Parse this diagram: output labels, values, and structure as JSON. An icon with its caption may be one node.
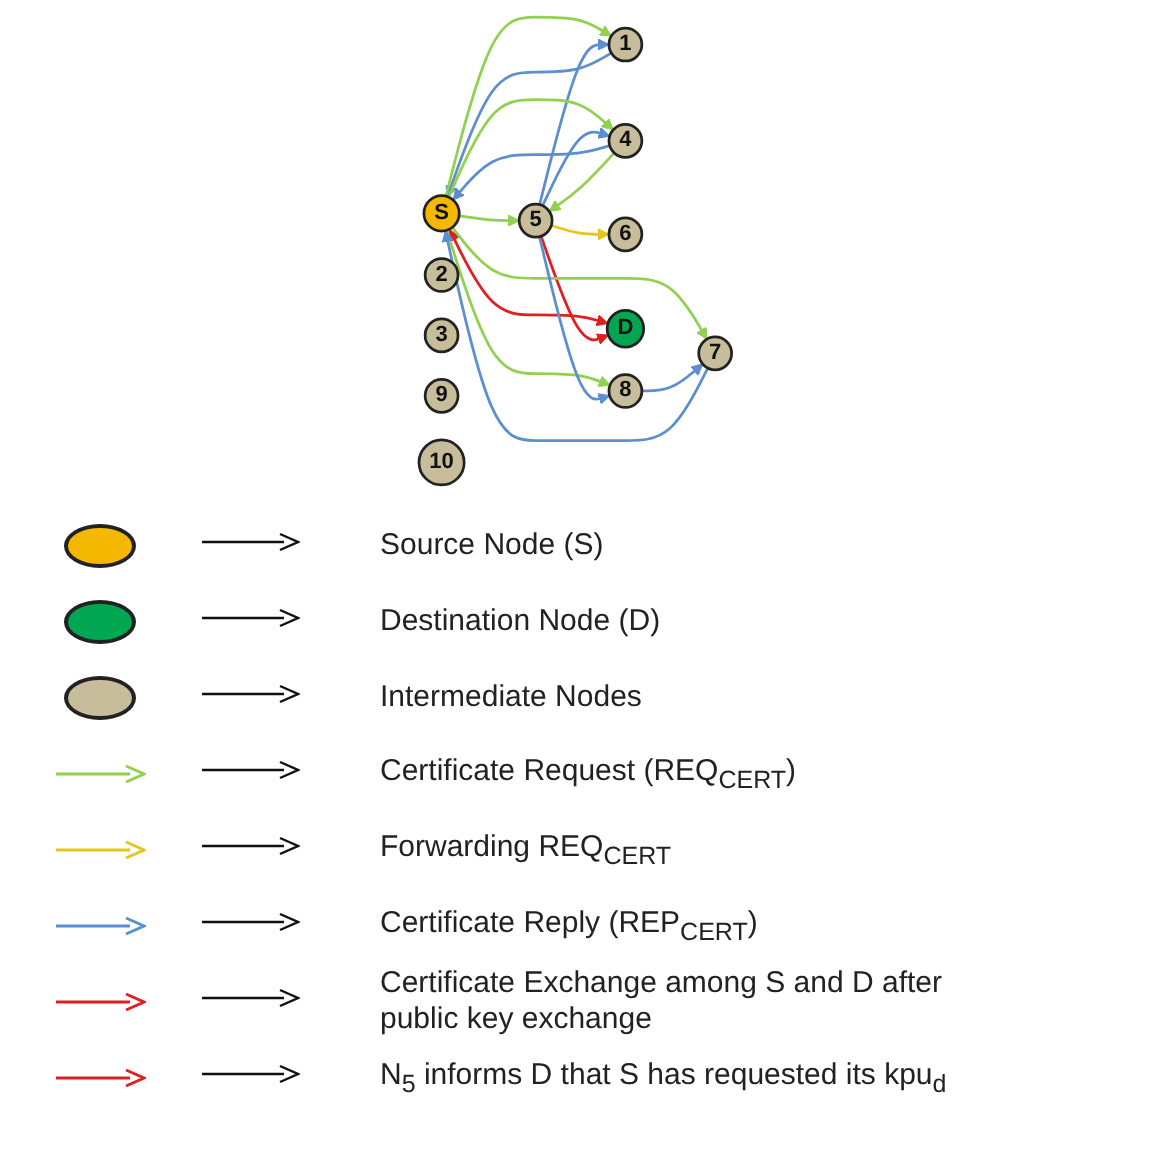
{
  "diagram": {
    "nodes": [
      {
        "text": [
          "S"
        ]
      },
      {
        "text": [
          "1"
        ]
      },
      {
        "text": [
          "2"
        ]
      },
      {
        "text": [
          "3"
        ]
      },
      {
        "text": [
          "4"
        ]
      },
      {
        "text": [
          "5"
        ]
      },
      {
        "text": [
          "6"
        ]
      },
      {
        "text": [
          "7"
        ]
      },
      {
        "text": [
          "8"
        ]
      },
      {
        "text": [
          "9"
        ]
      },
      {
        "text": [
          "10"
        ]
      },
      {
        "text": [
          "D"
        ]
      }
    ],
    "edges": [
      {
        "from": 0,
        "to": 11,
        "arrow": "both",
        "color": "#e02020"
      },
      {
        "from": 1,
        "to": 0,
        "arrow": "to",
        "color": "#5b8fd0"
      },
      {
        "from": 0,
        "to": 1,
        "arrow": "to",
        "color": "#92d050"
      },
      {
        "from": 5,
        "to": 1,
        "arrow": "to",
        "color": "#5b8fd0"
      },
      {
        "from": 0,
        "to": 5,
        "arrow": "to",
        "color": "#92d050"
      },
      {
        "from": 5,
        "to": 6,
        "arrow": "to",
        "color": "#e6c619"
      },
      {
        "from": 5,
        "to": 11,
        "arrow": "to",
        "color": "#e02020"
      },
      {
        "from": 4,
        "to": 0,
        "arrow": "to",
        "color": "#5b8fd0"
      },
      {
        "from": 0,
        "to": 4,
        "arrow": "to",
        "color": "#92d050"
      },
      {
        "from": 4,
        "to": 5,
        "arrow": "to",
        "color": "#92d050"
      },
      {
        "from": 5,
        "to": 4,
        "arrow": "to",
        "color": "#5b8fd0"
      },
      {
        "from": 0,
        "to": 7,
        "arrow": "to",
        "color": "#92d050"
      },
      {
        "from": 0,
        "to": 8,
        "arrow": "to",
        "color": "#92d050"
      },
      {
        "from": 7,
        "to": 0,
        "arrow": "to",
        "color": "#5b8fd0"
      },
      {
        "from": 5,
        "to": 8,
        "arrow": "to",
        "color": "#5b8fd0"
      },
      {
        "from": 8,
        "to": 7,
        "arrow": "to",
        "color": "#5b8fd0"
      }
    ],
    "legend": [
      {
        "text": "Source Node (S)",
        "color": "#f5b800"
      },
      {
        "text": "Destination Node (D)",
        "color": "#00a651"
      },
      {
        "text": "Intermediate Nodes",
        "color": "#c8bd9a"
      },
      {
        "text": "Certificate Request (REQ$_{CERT}$)",
        "color": "#92d050"
      },
      {
        "text": "Forwarding REQ$_{CERT}$",
        "color": "#e6c619"
      },
      {
        "text": "Certificate Reply (REP$_{CERT}$)",
        "color": "#5b8fd0"
      },
      {
        "text": "Certificate Exchange among S and D after public key exchange",
        "color": "#e02020"
      },
      {
        "text": "N$_{5}$ informs D that S has requested its kpu$_{d}$",
        "color": "#e02020"
      }
    ]
  }
}
